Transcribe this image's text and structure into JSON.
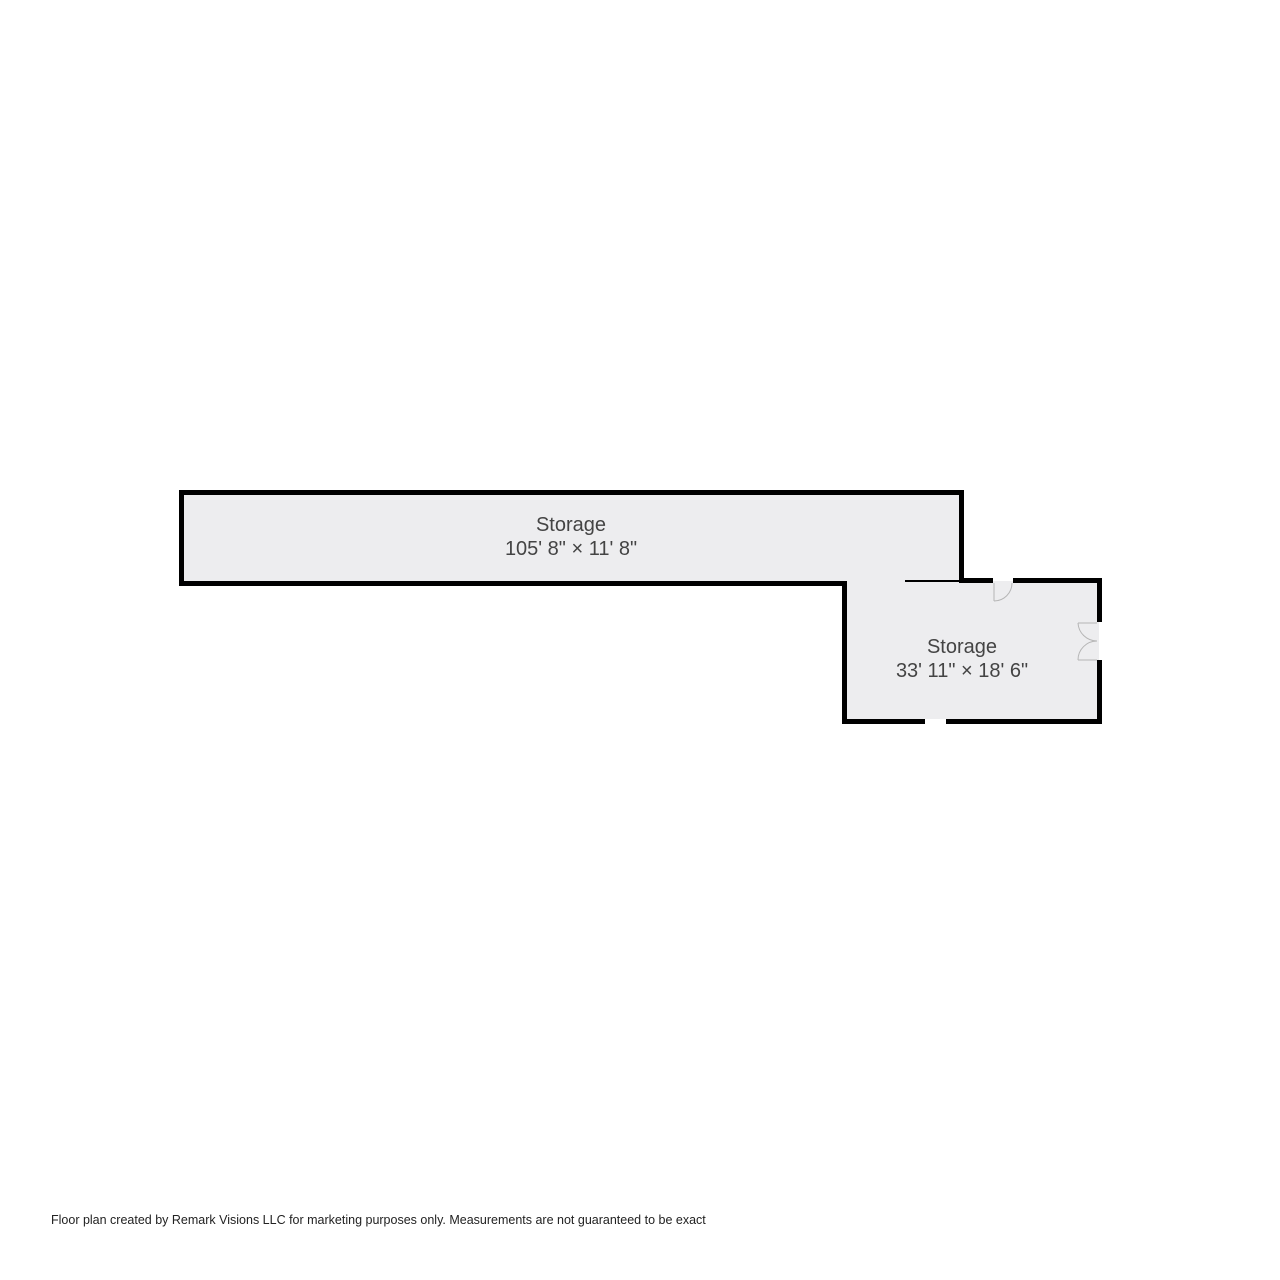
{
  "floor_plan": {
    "colors": {
      "wall": "#000000",
      "floor": "#ededef",
      "background": "#ffffff",
      "label": "#444444",
      "door_swing": "#b5b5b5"
    },
    "rooms": [
      {
        "name": "Storage",
        "dimensions": "105' 8\" × 11' 8\""
      },
      {
        "name": "Storage",
        "dimensions": "33' 11\" × 18' 6\""
      }
    ],
    "doors": [
      {
        "type": "single-swing",
        "location": "top wall of lower storage room"
      },
      {
        "type": "double-swing",
        "location": "right wall of lower storage room"
      },
      {
        "type": "opening",
        "location": "bottom wall of lower storage room"
      }
    ]
  },
  "footer": {
    "disclaimer": "Floor plan created by Remark Visions LLC for marketing purposes only. Measurements are not guaranteed to be exact"
  }
}
